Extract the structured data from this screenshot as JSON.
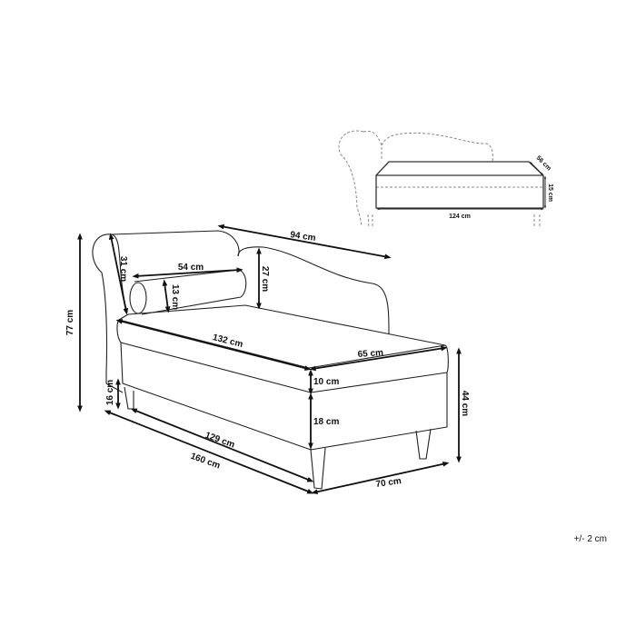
{
  "dimensions": {
    "total_height": "77 cm",
    "arm_depth": "31 cm",
    "bolster_length": "54 cm",
    "bolster_diameter": "13 cm",
    "back_height": "27 cm",
    "back_length": "94 cm",
    "seat_length": "132 cm",
    "seat_width": "65 cm",
    "cushion_height": "10 cm",
    "base_height": "18 cm",
    "leg_height": "16 cm",
    "seat_height": "44 cm",
    "inner_length": "129 cm",
    "total_length": "160 cm",
    "total_width": "70 cm"
  },
  "storage_inset": {
    "depth": "56 cm",
    "height": "15 cm",
    "length": "124 cm"
  },
  "tolerance": "+/- 2 cm"
}
